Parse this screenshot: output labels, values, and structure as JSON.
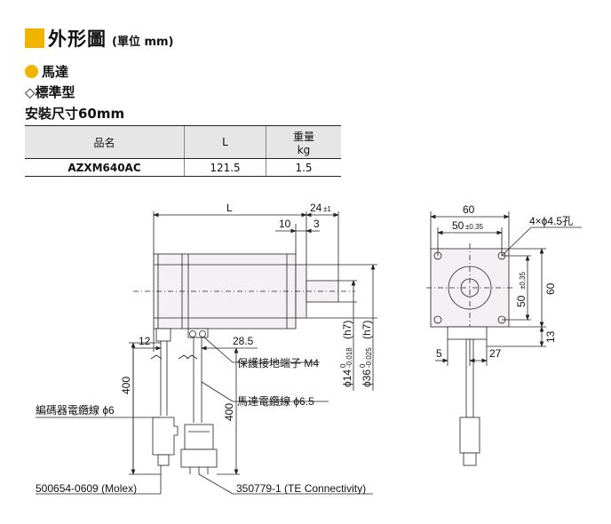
{
  "header": {
    "title": "外形圖",
    "unit": "(單位 mm)"
  },
  "motor_label": "馬達",
  "type_label": "◇標準型",
  "size_label": "安裝尺寸60mm",
  "spec_table": {
    "headers": [
      "品名",
      "L",
      "重量",
      "kg"
    ],
    "rows": [
      {
        "model": "AZXM640AC",
        "L": "121.5",
        "weight": "1.5"
      }
    ]
  },
  "dims": {
    "L": "L",
    "d24": "24",
    "tol24": "±1",
    "d10": "10",
    "d3": "3",
    "d12": "12",
    "d285": "28.5",
    "d400a": "400",
    "d400b": "400",
    "d60top": "60",
    "d50top": "50",
    "tol50": "±0.35",
    "holes": "4×ϕ4.5孔",
    "d50side": "50",
    "d60side": "60",
    "d13": "13",
    "d5": "5",
    "d27": "27",
    "phi14": "ϕ14",
    "tol14a": "0",
    "tol14b": "-0.018",
    "fit14": "(h7)",
    "phi36": "ϕ36",
    "tol36a": "0",
    "tol36b": "-0.025",
    "fit36": "(h7)"
  },
  "callouts": {
    "ground": "保護接地端子 M4",
    "motor_cable": "馬達電纜線 ϕ6.5",
    "encoder_cable": "編碼器電纜線 ϕ6",
    "conn1": "500654-0609 (Molex)",
    "conn2": "350779-1 (TE Connectivity)"
  },
  "colors": {
    "accent": "#f0b400",
    "body": "#f5f0f4"
  }
}
